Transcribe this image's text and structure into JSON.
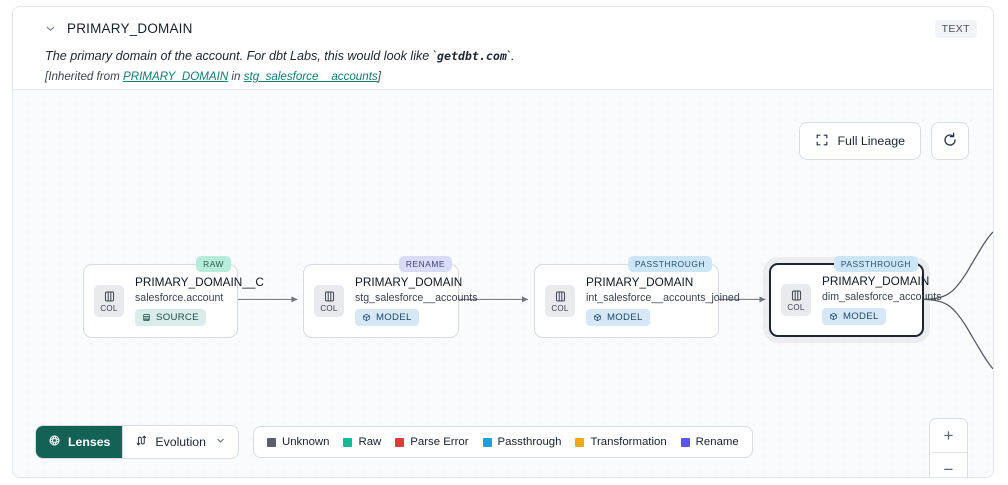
{
  "header": {
    "collapse_icon": "chevron-down-icon",
    "title": "PRIMARY_DOMAIN",
    "type_badge": "TEXT",
    "description_prefix": "The primary domain of the account. For dbt Labs, this would look like `",
    "description_code": "getdbt.com",
    "description_suffix": "`.",
    "inherited_prefix": "[Inherited from ",
    "inherited_link1": "PRIMARY_DOMAIN",
    "inherited_mid": " in ",
    "inherited_link2": "stg_salesforce__accounts",
    "inherited_suffix": "]"
  },
  "controls": {
    "full_lineage_label": "Full Lineage",
    "full_lineage_icon": "expand-icon",
    "refresh_icon": "refresh-icon",
    "zoom_in_label": "+",
    "zoom_out_label": "−"
  },
  "lineage": {
    "column_chip_label": "COL",
    "nodes": [
      {
        "tag": "RAW",
        "tag_kind": "raw",
        "title": "PRIMARY_DOMAIN__C",
        "subtitle": "salesforce.account",
        "kind_label": "SOURCE",
        "kind_type": "source",
        "kind_icon": "database-icon",
        "selected": false
      },
      {
        "tag": "RENAME",
        "tag_kind": "rename",
        "title": "PRIMARY_DOMAIN",
        "subtitle": "stg_salesforce__accounts",
        "kind_label": "MODEL",
        "kind_type": "model",
        "kind_icon": "cube-icon",
        "selected": false
      },
      {
        "tag": "PASSTHROUGH",
        "tag_kind": "passthrough",
        "title": "PRIMARY_DOMAIN",
        "subtitle": "int_salesforce__accounts_joined",
        "kind_label": "MODEL",
        "kind_type": "model",
        "kind_icon": "cube-icon",
        "selected": false
      },
      {
        "tag": "PASSTHROUGH",
        "tag_kind": "passthrough",
        "title": "PRIMARY_DOMAIN",
        "subtitle": "dim_salesforce_accounts",
        "kind_label": "MODEL",
        "kind_type": "model",
        "kind_icon": "cube-icon",
        "selected": true
      }
    ]
  },
  "toolbar": {
    "lenses_label": "Lenses",
    "lenses_icon": "lens-icon",
    "evolution_label": "Evolution",
    "evolution_icon": "evolution-icon",
    "evolution_caret": "chevron-down-icon"
  },
  "legend": {
    "items": [
      {
        "label": "Unknown",
        "color": "#5a6069"
      },
      {
        "label": "Raw",
        "color": "#13bb95"
      },
      {
        "label": "Parse Error",
        "color": "#e03b3b"
      },
      {
        "label": "Passthrough",
        "color": "#1f9fe0"
      },
      {
        "label": "Transformation",
        "color": "#f0a917"
      },
      {
        "label": "Rename",
        "color": "#5b55e8"
      }
    ]
  }
}
